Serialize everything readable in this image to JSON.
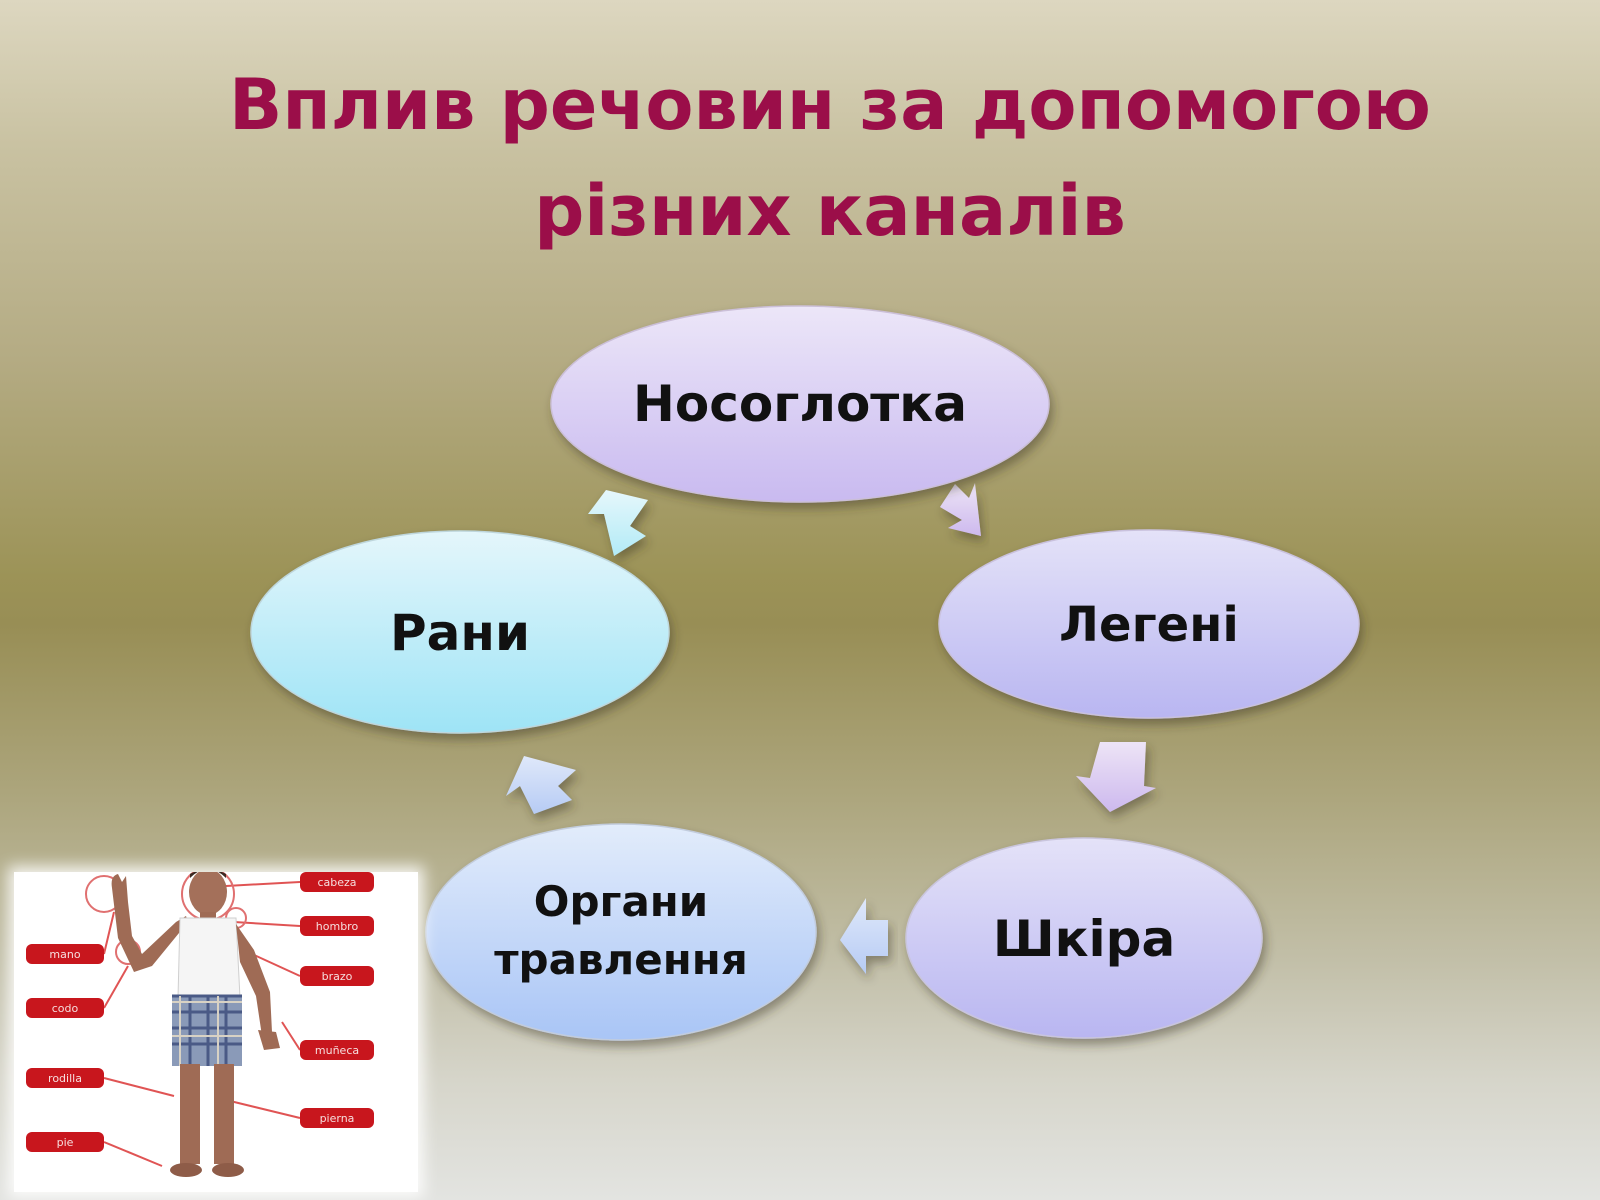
{
  "title": {
    "line1": "Вплив речовин за допомогою",
    "line2": "різних каналів"
  },
  "colors": {
    "title": "#9b0e49",
    "purple_node": "#d8cdf3",
    "blue_node": "#c6e6fb",
    "cyan_node": "#b6ecf7"
  },
  "cycle": {
    "nodes": [
      {
        "id": "nasopharynx",
        "label": "Носоглотка"
      },
      {
        "id": "lungs",
        "label": "Легені"
      },
      {
        "id": "skin",
        "label": "Шкіра"
      },
      {
        "id": "digestive",
        "label_line1": "Органи",
        "label_line2": "травлення"
      },
      {
        "id": "wounds",
        "label": "Рани"
      }
    ],
    "flow": "clockwise"
  },
  "illustration": {
    "subject": "child-with-body-part-labels",
    "tags": [
      "cabeza",
      "hombro",
      "brazo",
      "mano",
      "codo",
      "muñeca",
      "rodilla",
      "pierna",
      "pie"
    ]
  }
}
